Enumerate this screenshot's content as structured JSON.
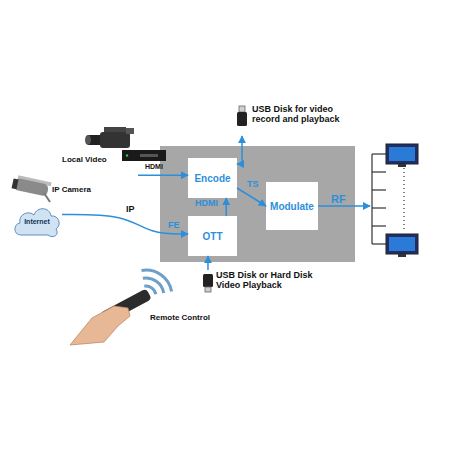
{
  "diagram": {
    "nodes": [
      {
        "text": [
          "USB Disk for video record and playback"
        ]
      },
      {
        "text": [
          "Local Video"
        ]
      },
      {
        "text": [
          "Internet"
        ]
      },
      {
        "text": [
          "Encode"
        ]
      },
      {
        "text": [
          "OTT"
        ]
      },
      {
        "text": [
          "Modulate"
        ]
      },
      {
        "text": [
          "USB Disk or Hard Disk Video Playback"
        ]
      }
    ],
    "edges": [
      {
        "from": 1,
        "to": 3,
        "label": "HDMI",
        "arrow": "to"
      },
      {
        "from": 2,
        "to": 4,
        "label": "IP",
        "arrow": "to"
      },
      {
        "from": 4,
        "to": 3,
        "label": "HDMI",
        "arrow": "to"
      },
      {
        "from": 3,
        "to": 0,
        "arrow": "both"
      },
      {
        "from": 3,
        "to": 5,
        "label": "TS",
        "arrow": "to"
      },
      {
        "from": 6,
        "to": 4,
        "arrow": "to"
      }
    ],
    "labels": [
      "IP Camera",
      "FE",
      "RF",
      "Remote Control"
    ]
  }
}
